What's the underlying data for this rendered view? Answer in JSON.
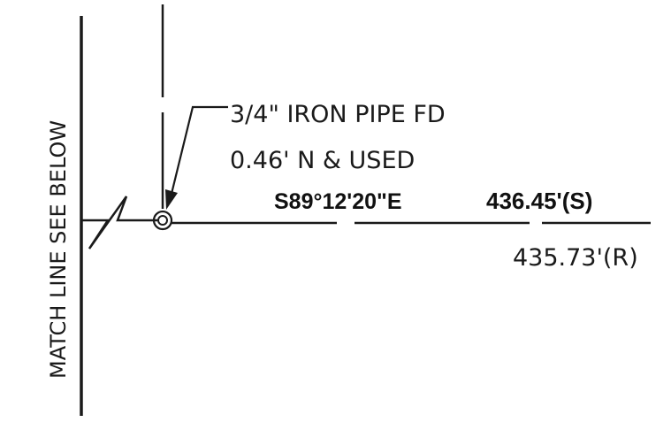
{
  "match_line": {
    "label": "MATCH LINE SEE BELOW"
  },
  "monument": {
    "note_line1": "3/4\" IRON PIPE FD",
    "note_line2": "0.46' N & USED"
  },
  "boundary": {
    "bearing": "S89°12'20\"E",
    "distance_surveyed": "436.45'(S)",
    "distance_record": "435.73'(R)"
  },
  "colors": {
    "ink": "#1a1a1a",
    "paper": "#ffffff"
  }
}
